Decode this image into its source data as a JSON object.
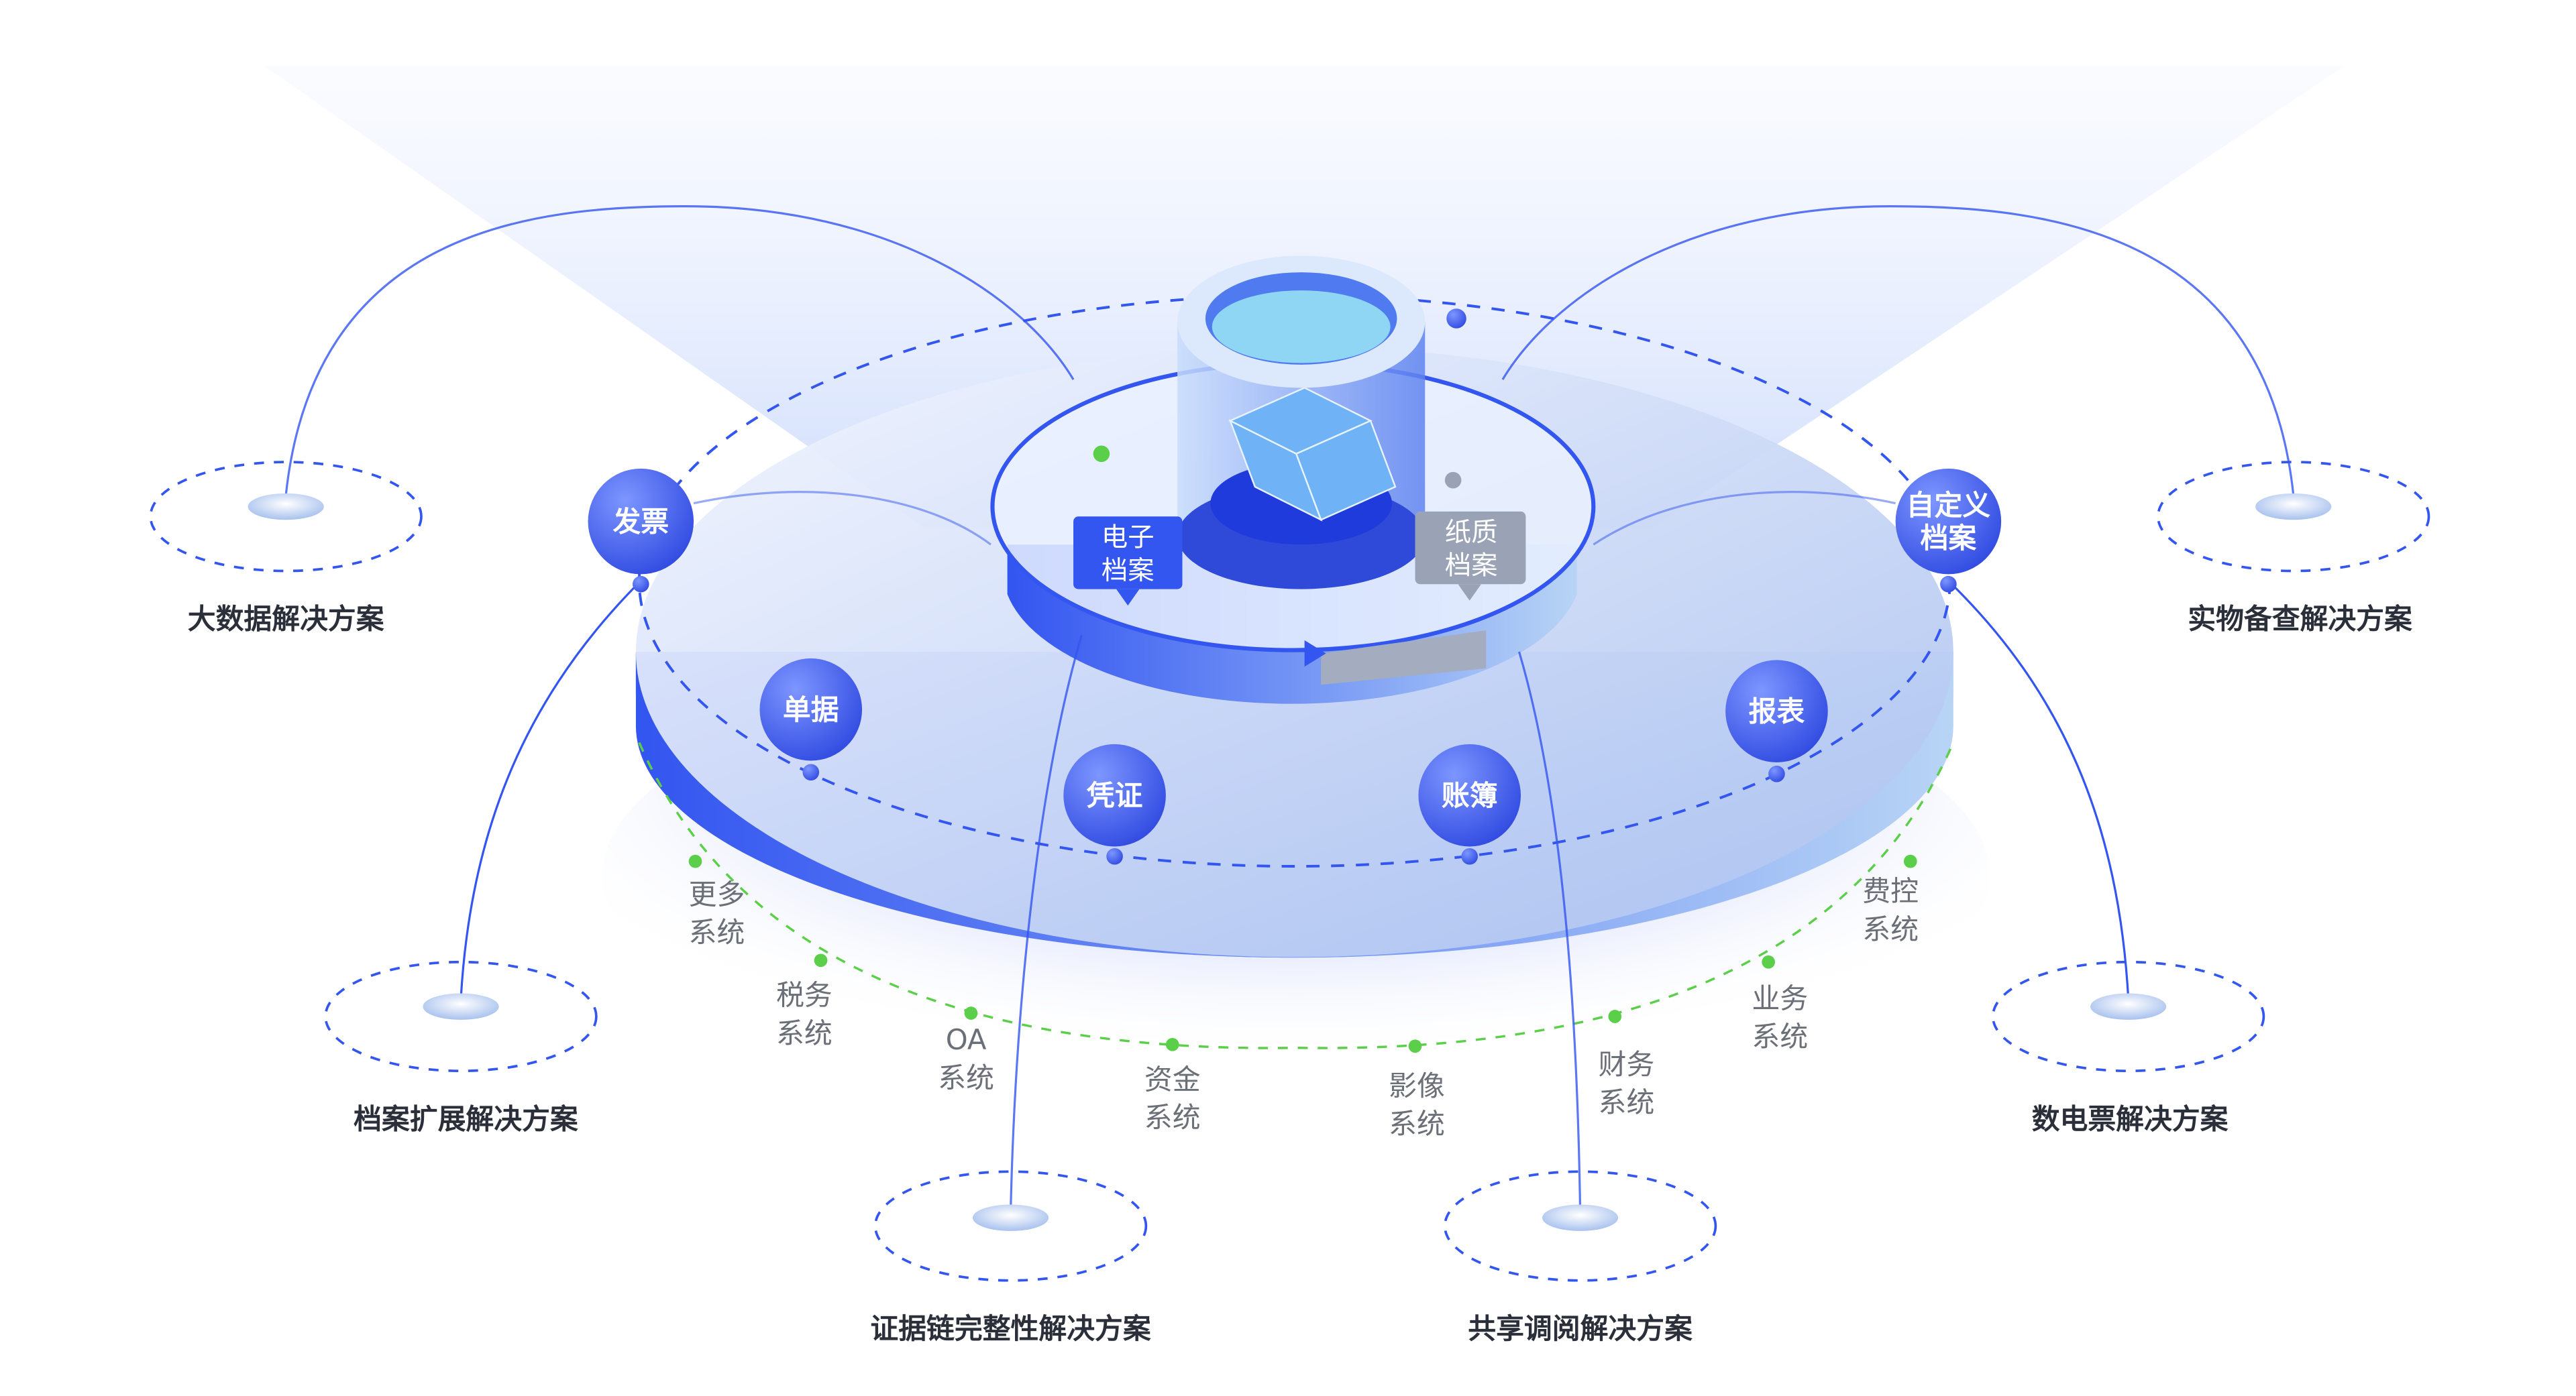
{
  "center": {
    "electronic_archive": [
      "电子",
      "档案"
    ],
    "paper_archive": [
      "纸质",
      "档案"
    ]
  },
  "nodes": {
    "invoice": "发票",
    "custom_archive": [
      "自定义",
      "档案"
    ],
    "document": "单据",
    "voucher": "凭证",
    "ledger": "账簿",
    "report": "报表"
  },
  "systems": [
    [
      "更多",
      "系统"
    ],
    [
      "税务",
      "系统"
    ],
    [
      "OA",
      "系统"
    ],
    [
      "资金",
      "系统"
    ],
    [
      "影像",
      "系统"
    ],
    [
      "财务",
      "系统"
    ],
    [
      "业务",
      "系统"
    ],
    [
      "费控",
      "系统"
    ]
  ],
  "solutions": {
    "big_data": "大数据解决方案",
    "physical_check": "实物备查解决方案",
    "archive_extension": "档案扩展解决方案",
    "digital_invoice": "数电票解决方案",
    "evidence_chain": "证据链完整性解决方案",
    "shared_access": "共享调阅解决方案"
  },
  "colors": {
    "primary": "#3355f0",
    "green": "#5ccf4a",
    "gray": "#9aa3b5"
  }
}
